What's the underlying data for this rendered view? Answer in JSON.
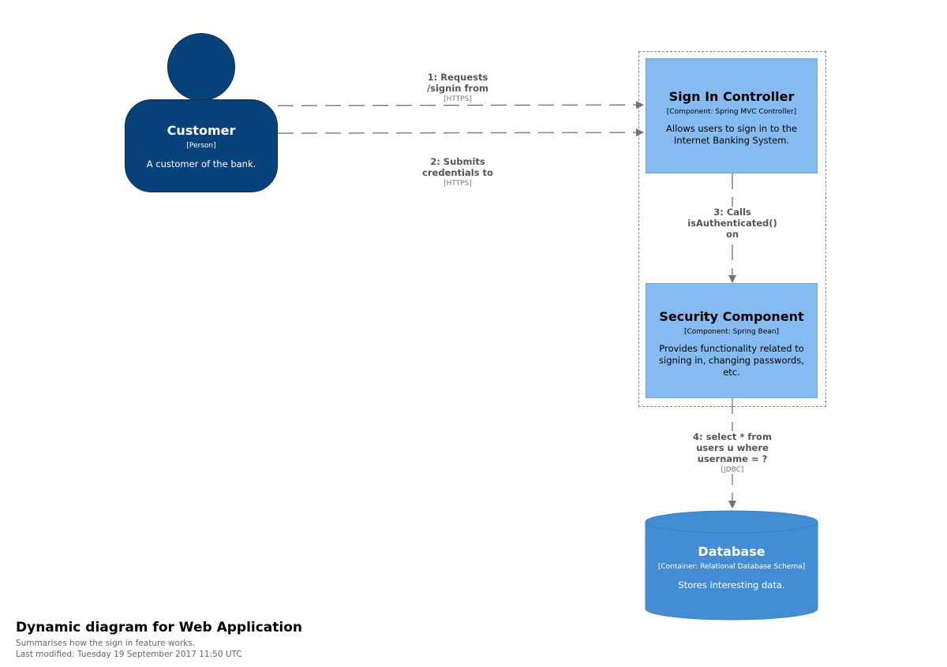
{
  "customer": {
    "name": "Customer",
    "type": "[Person]",
    "description": "A customer of the bank."
  },
  "sign_in_controller": {
    "name": "Sign In Controller",
    "technology": "[Component: Spring MVC Controller]",
    "description": "Allows users to sign in to the Internet Banking System."
  },
  "security_component": {
    "name": "Security Component",
    "technology": "[Component: Spring Bean]",
    "description": "Provides functionality related to signing in, changing passwords, etc."
  },
  "database": {
    "name": "Database",
    "technology": "[Container: Relational Database Schema]",
    "description": "Stores interesting data."
  },
  "relationships": {
    "r1": {
      "description": "1: Requests /signin from",
      "technology": "[HTTPS]"
    },
    "r2": {
      "description": "2: Submits credentials to",
      "technology": "[HTTPS]"
    },
    "r3": {
      "description": "3: Calls isAuthenticated() on",
      "technology": ""
    },
    "r4": {
      "description": "4: select * from users u where username = ?",
      "technology": "[JDBC]"
    }
  },
  "footer": {
    "title": "Dynamic diagram for Web Application",
    "description": "Summarises how the sign in feature works.",
    "last_modified": "Last modified: Tuesday 19 September 2017 11:50 UTC"
  },
  "colors": {
    "person": "#08427b",
    "component": "#85bbf0",
    "container": "#438dd5",
    "relationship": "#707070"
  }
}
